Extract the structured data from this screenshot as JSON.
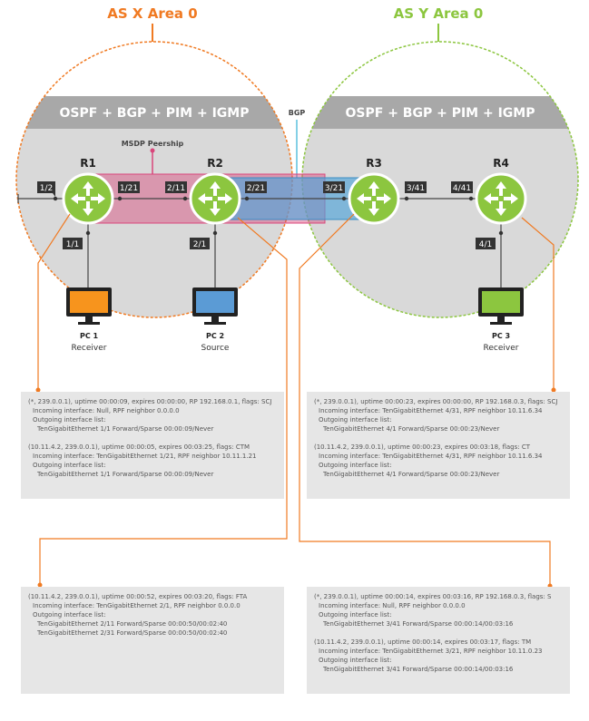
{
  "as_x_title": "AS X Area 0",
  "as_y_title": "AS Y Area 0",
  "as_x_band": "OSPF + BGP + PIM + IGMP",
  "as_y_band": "OSPF + BGP + PIM + IGMP",
  "bgp_label": "BGP",
  "msdp_label": "MSDP Peership",
  "colors": {
    "as_x": "#f07a22",
    "as_y": "#8cc63f",
    "router": "#8cc63f",
    "band": "#a8a8a8",
    "cloud": "#d8d8d8"
  },
  "routers": [
    {
      "name": "R1"
    },
    {
      "name": "R2"
    },
    {
      "name": "R3"
    },
    {
      "name": "R4"
    }
  ],
  "ports": {
    "r1_left": "1/2",
    "r1_right": "1/21",
    "r1_down": "1/1",
    "r2_left": "2/11",
    "r2_right": "2/21",
    "r2_down": "2/1",
    "r3_left": "3/21",
    "r3_right": "3/41",
    "r4_left": "4/41",
    "r4_down": "4/1"
  },
  "pcs": [
    {
      "name": "PC 1",
      "role": "Receiver",
      "screen_color": "#f7941d"
    },
    {
      "name": "PC 2",
      "role": "Source",
      "screen_color": "#5b9bd5"
    },
    {
      "name": "PC 3",
      "role": "Receiver",
      "screen_color": "#8cc63f"
    }
  ],
  "boxes": {
    "r1": [
      "(*, 239.0.0.1), uptime 00:00:09, expires 00:00:00, RP 192.168.0.1, flags: SCJ",
      "Incoming interface: Null, RPF neighbor 0.0.0.0",
      "Outgoing interface list:",
      "TenGigabitEthernet 1/1 Forward/Sparse   00:00:09/Never",
      "",
      "(10.11.4.2, 239.0.0.1), uptime 00:00:05, expires 00:03:25, flags: CTM",
      "Incoming interface: TenGigabitEthernet 1/21, RPF neighbor 10.11.1.21",
      "Outgoing interface list:",
      "TenGigabitEthernet 1/1 Forward/Sparse   00:00:09/Never"
    ],
    "r4": [
      "(*, 239.0.0.1), uptime 00:00:23, expires 00:00:00, RP 192.168.0.3, flags: SCJ",
      "Incoming interface: TenGigabitEthernet 4/31, RPF neighbor 10.11.6.34",
      "Outgoing interface list:",
      "TenGigabitEthernet 4/1  Forward/Sparse   00:00:23/Never",
      "",
      "(10.11.4.2, 239.0.0.1), uptime 00:00:23, expires 00:03:18, flags: CT",
      "Incoming interface: TenGigabitEthernet 4/31, RPF neighbor 10.11.6.34",
      "Outgoing interface list:",
      "TenGigabitEthernet 4/1  Forward/Sparse   00:00:23/Never"
    ],
    "r2": [
      "(10.11.4.2, 239.0.0.1), uptime 00:00:52, expires 00:03:20, flags: FTA",
      "Incoming interface: TenGigabitEthernet 2/1, RPF neighbor 0.0.0.0",
      "Outgoing interface list:",
      "TenGigabitEthernet 2/11  Forward/Sparse   00:00:50/00:02:40",
      "TenGigabitEthernet 2/31  Forward/Sparse   00:00:50/00:02:40"
    ],
    "r3": [
      "(*, 239.0.0.1), uptime 00:00:14, expires 00:03:16, RP 192.168.0.3, flags: S",
      "Incoming interface: Null, RPF neighbor 0.0.0.0",
      "Outgoing interface list:",
      "TenGigabitEthernet 3/41  Forward/Sparse   00:00:14/00:03:16",
      "",
      "(10.11.4.2, 239.0.0.1), uptime 00:00:14, expires 00:03:17, flags: TM",
      "Incoming interface: TenGigabitEthernet 3/21, RPF neighbor 10.11.0.23",
      "Outgoing interface list:",
      "TenGigabitEthernet 3/41  Forward/Sparse   00:00:14/00:03:16"
    ]
  }
}
